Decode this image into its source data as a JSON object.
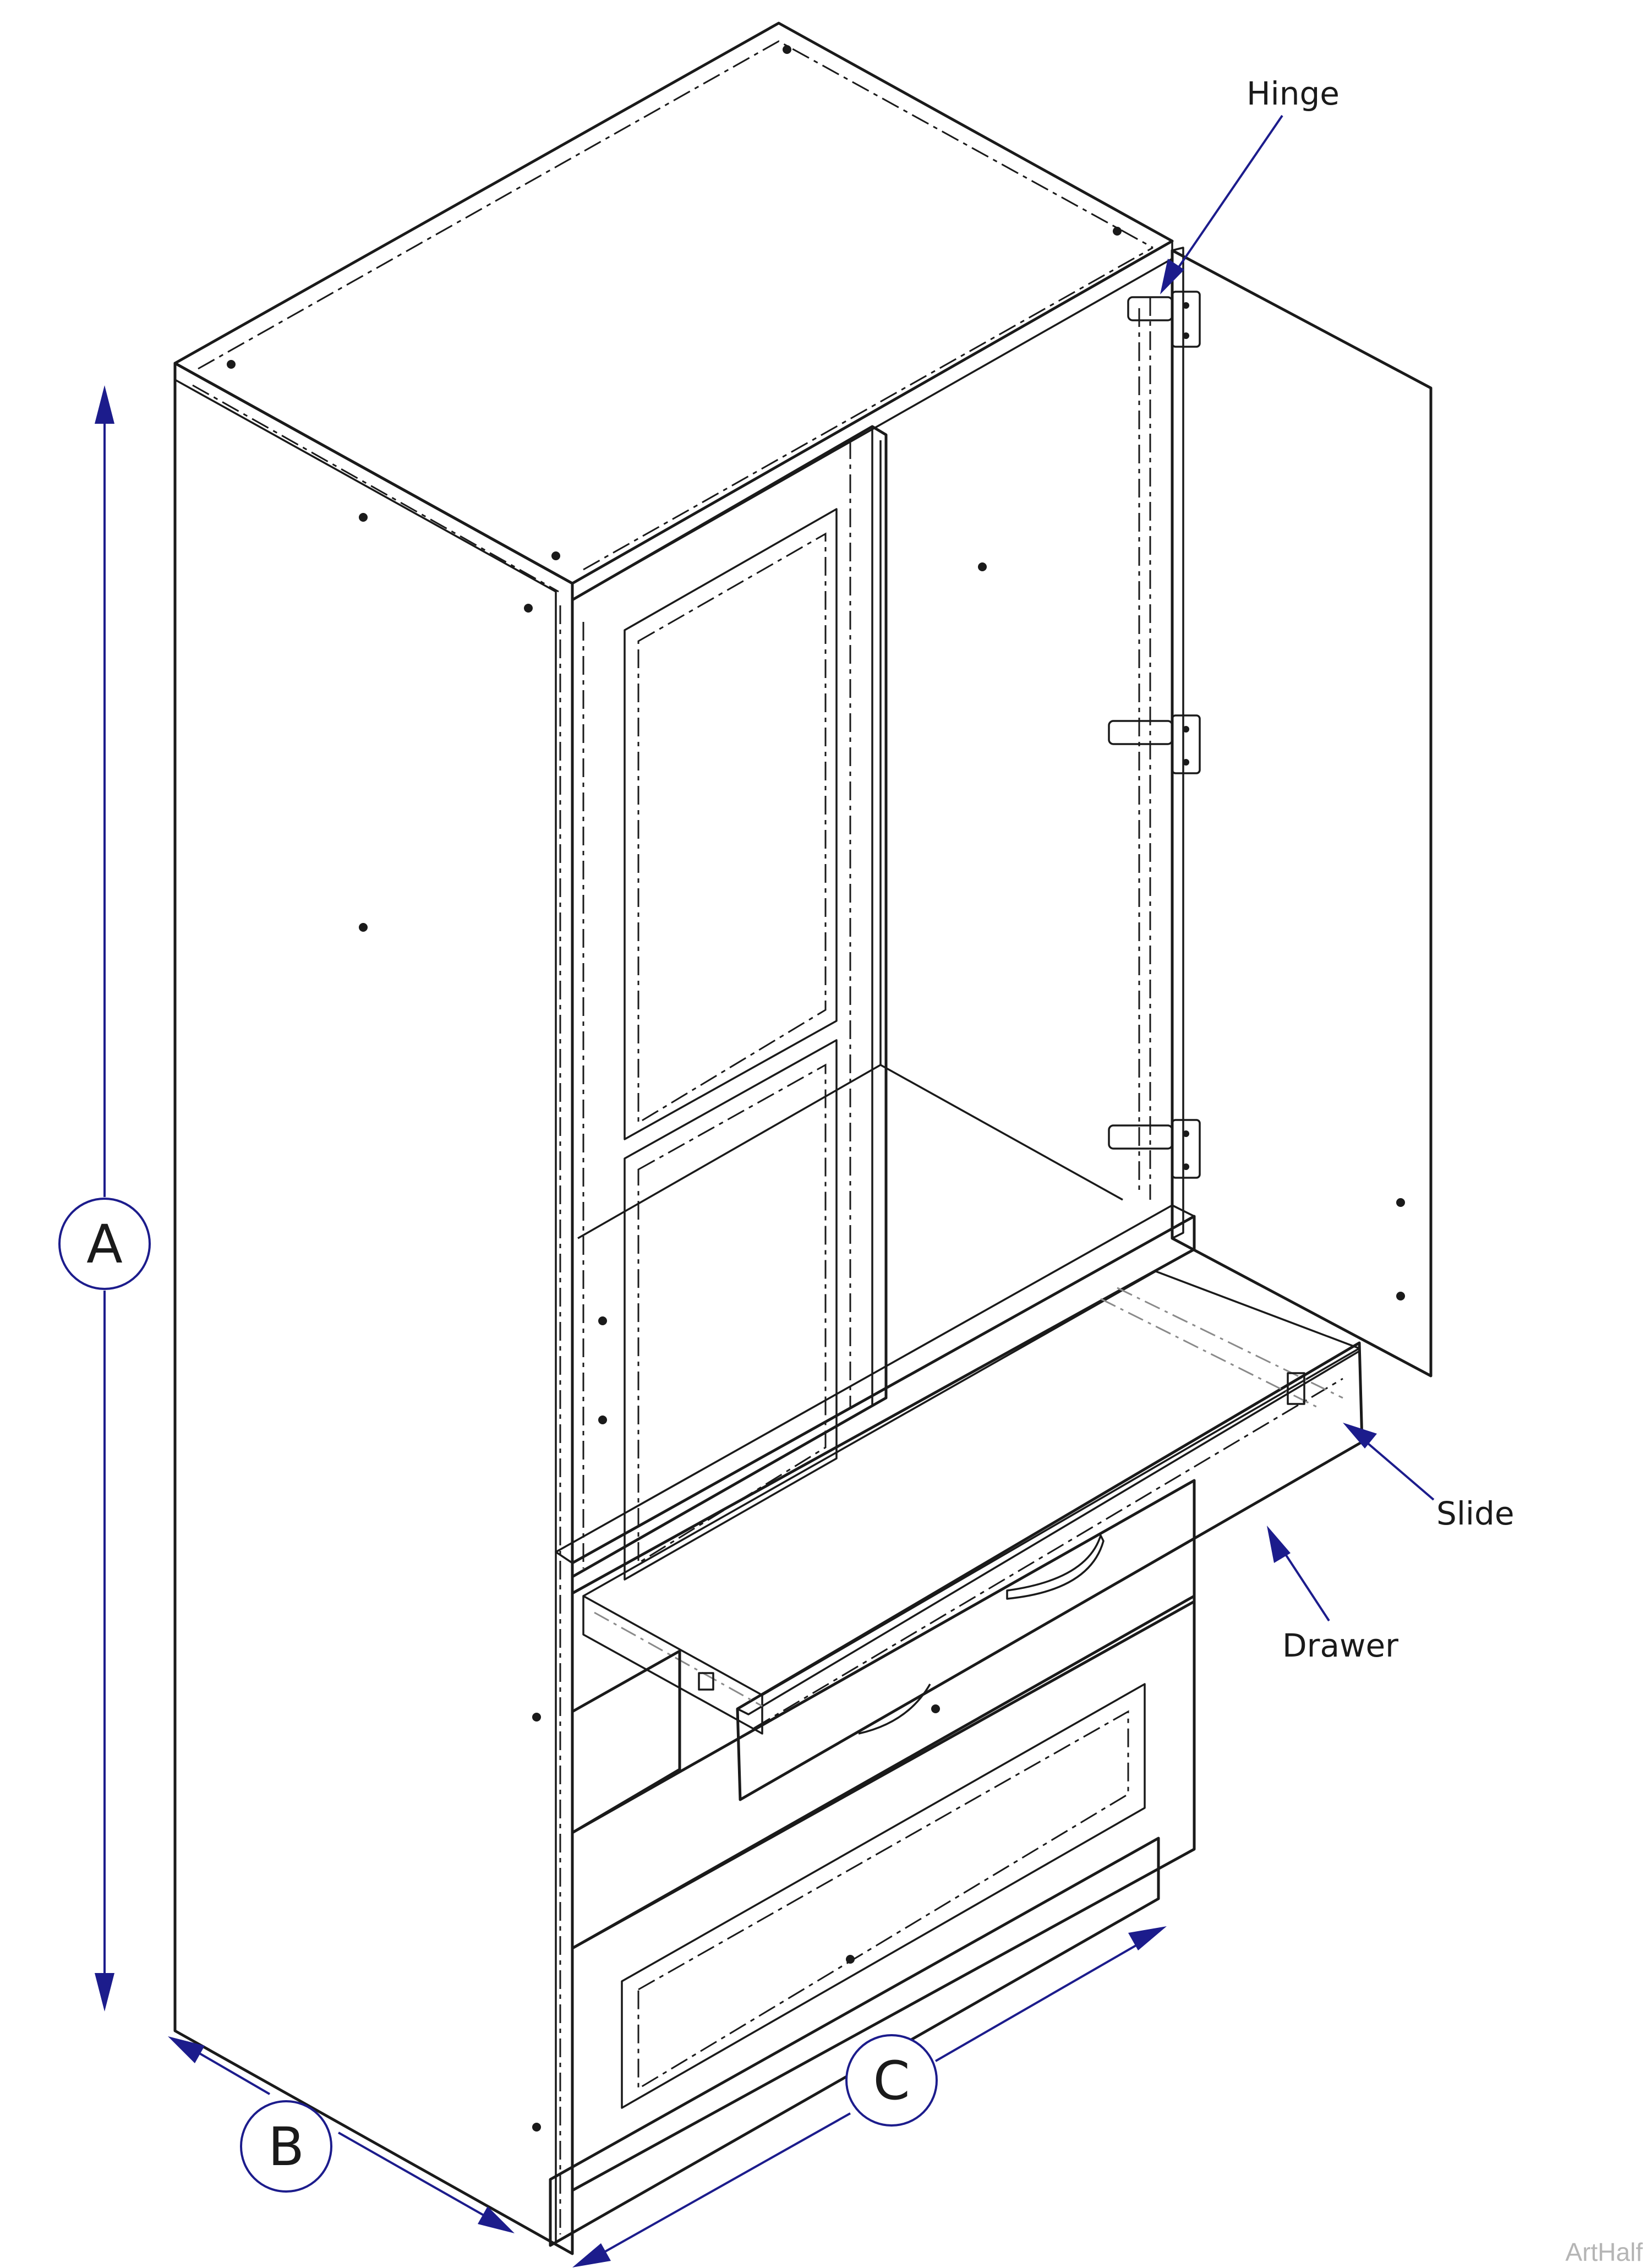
{
  "callouts": {
    "hinge": "Hinge",
    "slide": "Slide",
    "drawer": "Drawer"
  },
  "dimensions": {
    "height": "A",
    "depth": "B",
    "width": "C"
  },
  "credit": "ArtHalf",
  "colors": {
    "line": "#1a1a1a",
    "dimension": "#1c1c8c",
    "credit": "#b5b5b5"
  }
}
